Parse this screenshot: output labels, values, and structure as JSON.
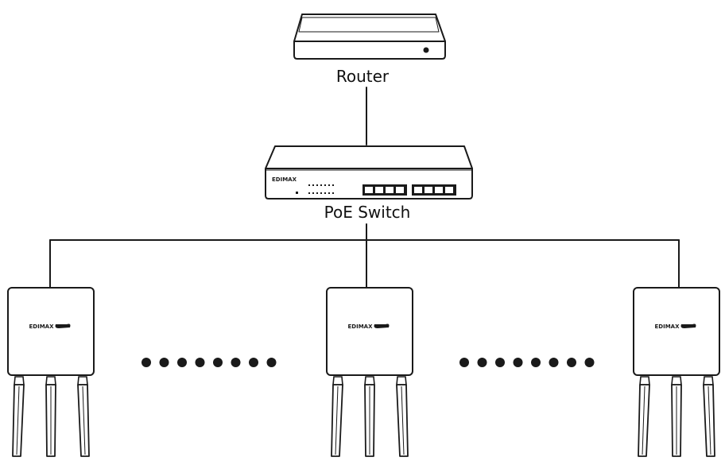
{
  "diagram": {
    "router": {
      "label": "Router"
    },
    "switch": {
      "label": "PoE Switch",
      "brand": "EDIMAX"
    },
    "access_points": [
      {
        "brand": "EDIMAX"
      },
      {
        "brand": "EDIMAX"
      },
      {
        "brand": "EDIMAX"
      }
    ],
    "ellipsis_groups": [
      {
        "dots": 8
      },
      {
        "dots": 8
      }
    ],
    "colors": {
      "line": "#1a1a1a",
      "background": "#ffffff",
      "fill": "#ffffff"
    },
    "icons": [
      "router-icon",
      "poe-switch-icon",
      "access-point-icon",
      "antenna-icon",
      "ellipsis-dots"
    ]
  }
}
